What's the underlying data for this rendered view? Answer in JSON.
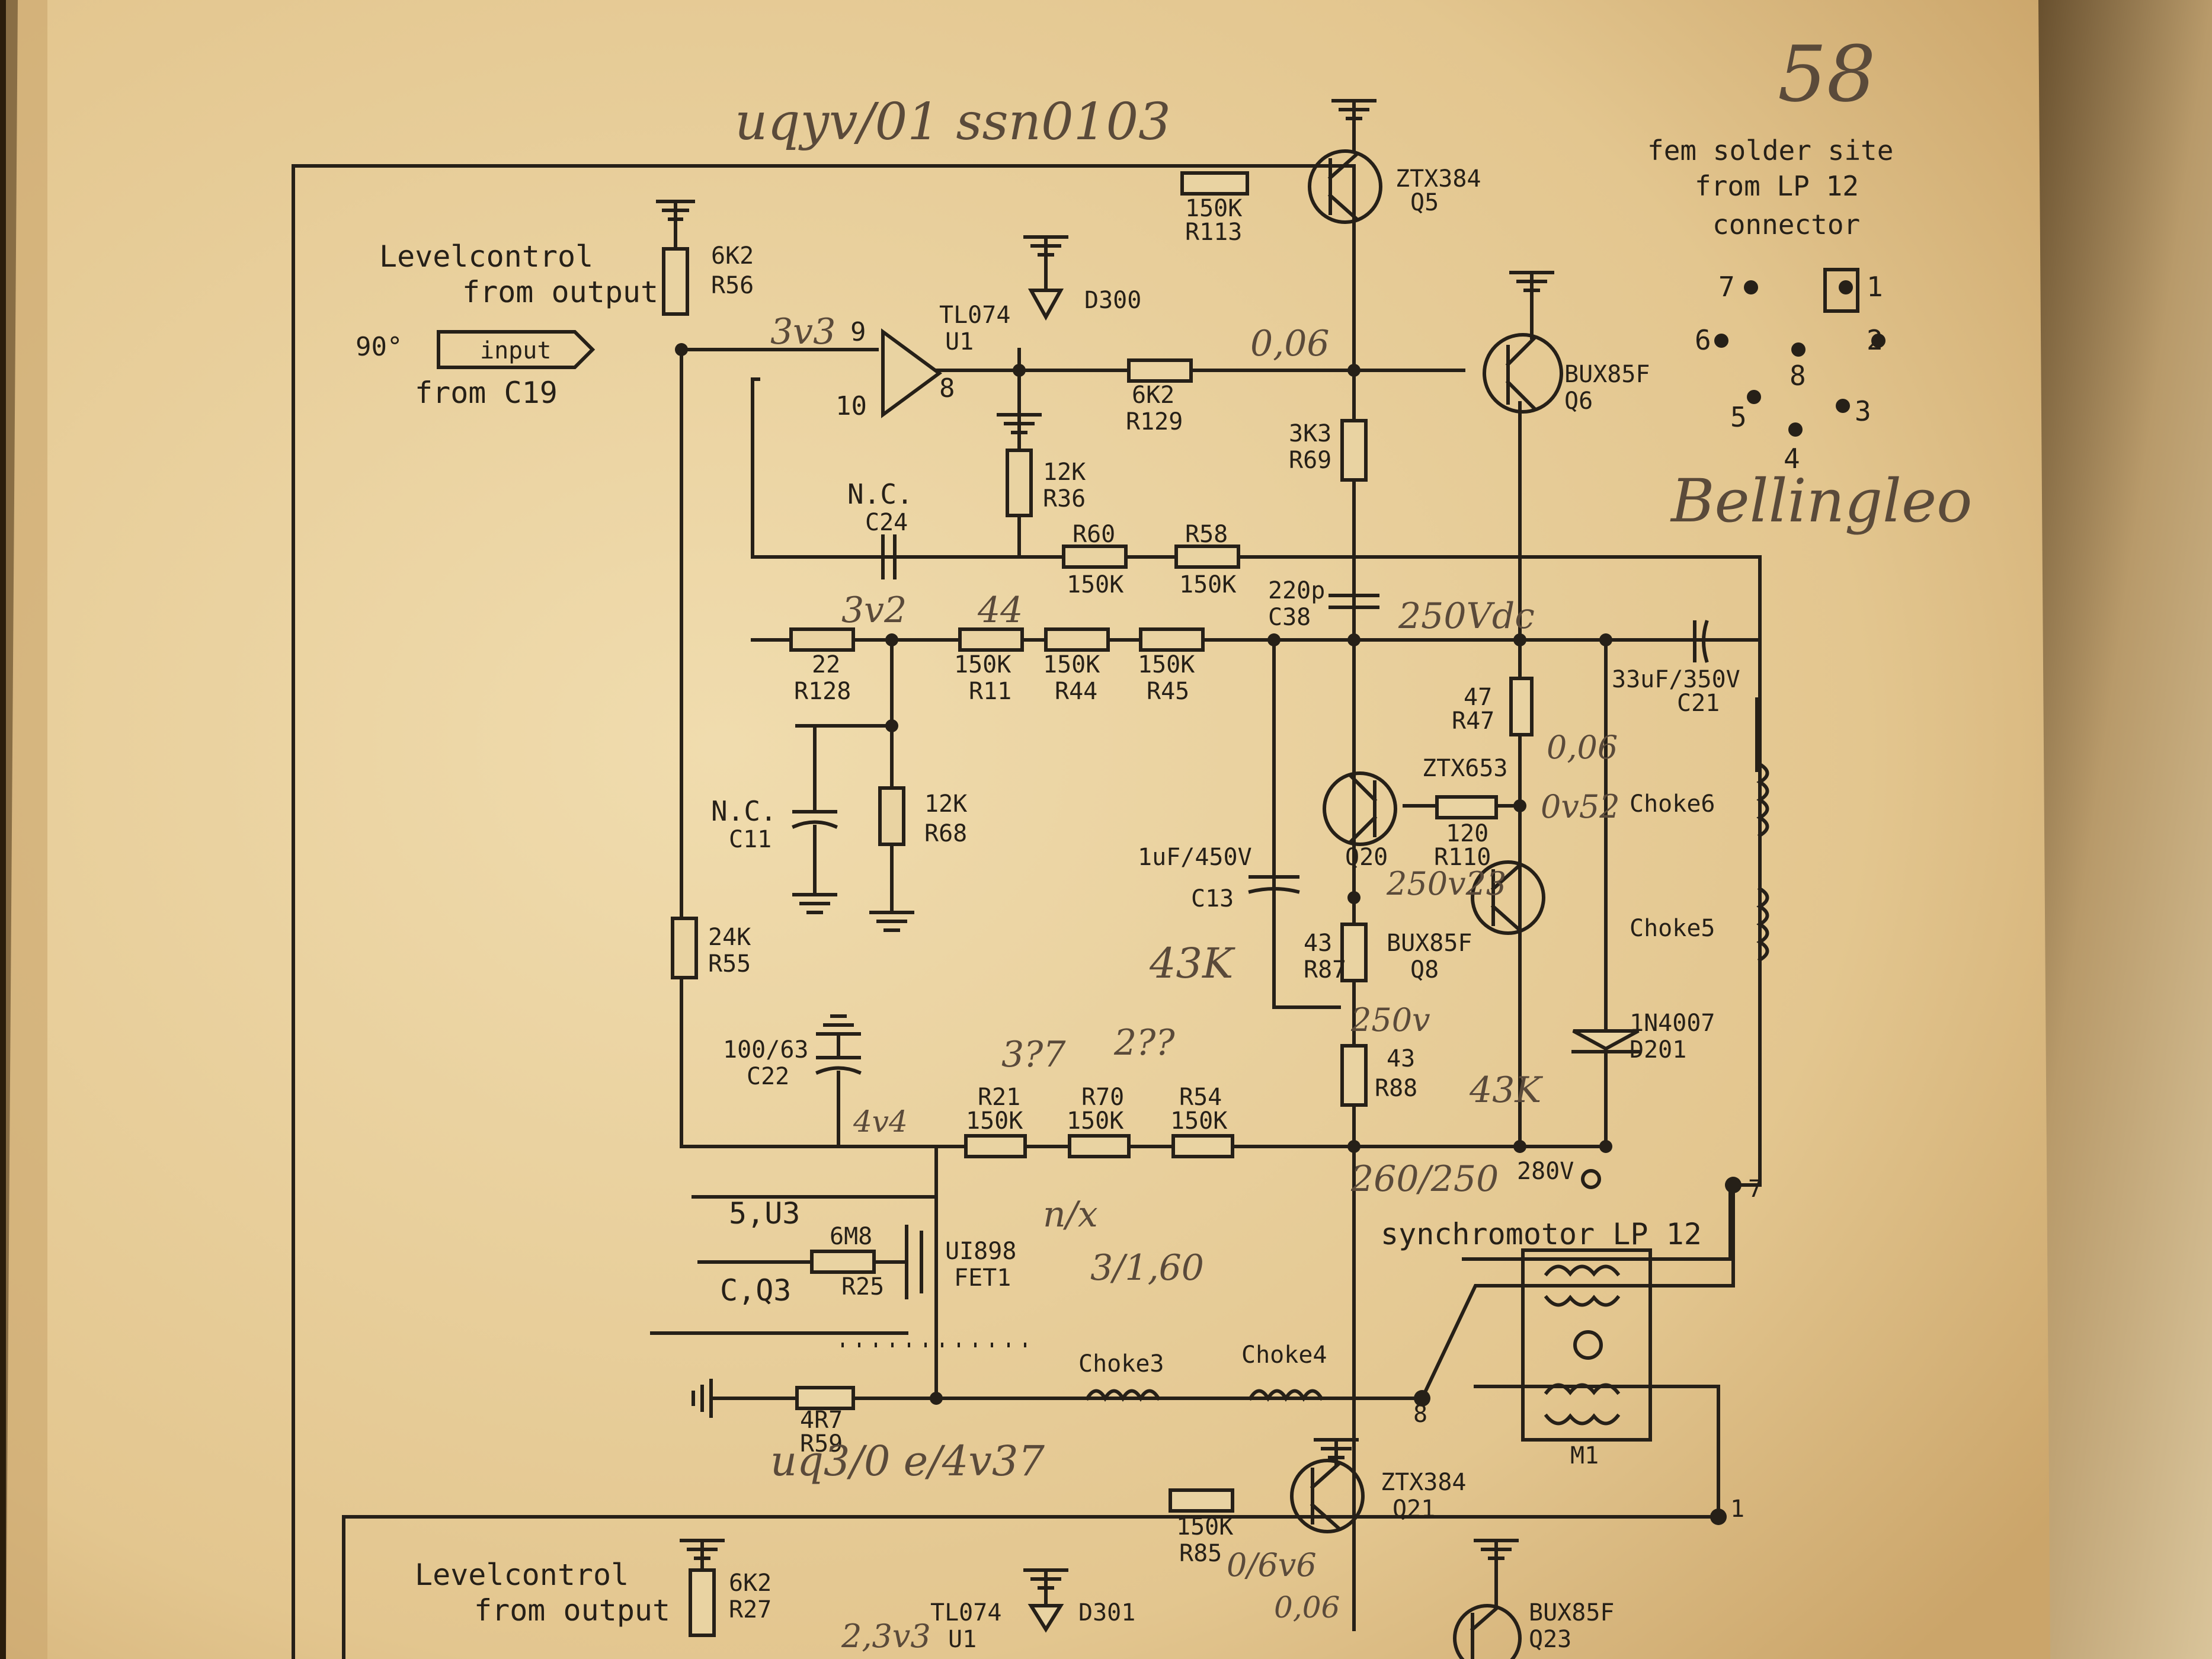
{
  "page": {
    "page_number": "58",
    "header_note": "fem solder site",
    "connector_line1": "from LP 12",
    "connector_line2": "connector",
    "brand_note": "Bellingleo",
    "top_note": "uqyv/01 ssn0103"
  },
  "connector": {
    "pins": [
      "1",
      "2",
      "3",
      "4",
      "5",
      "6",
      "7",
      "8"
    ]
  },
  "components": {
    "Q5": {
      "ref": "Q5",
      "type": "ZTX384"
    },
    "R113": {
      "ref": "R113",
      "value": "150K"
    },
    "R56": {
      "ref": "R56",
      "value": "6K2"
    },
    "D300": {
      "ref": "D300"
    },
    "U1": {
      "ref": "U1",
      "type": "TL074",
      "pin_in": "9",
      "pin_fb": "10",
      "pin_out": "8"
    },
    "Q6": {
      "ref": "Q6",
      "type": "BUX85F"
    },
    "R129": {
      "ref": "R129",
      "value": "6K2"
    },
    "R69": {
      "ref": "R69",
      "value": "3K3"
    },
    "R36": {
      "ref": "R36",
      "value": "12K"
    },
    "C24": {
      "ref": "C24",
      "value": "N.C."
    },
    "R60": {
      "ref": "R60",
      "value": "150K"
    },
    "R58": {
      "ref": "R58",
      "value": "150K"
    },
    "C38": {
      "ref": "C38",
      "value": "220p"
    },
    "R128": {
      "ref": "R128",
      "value": "22"
    },
    "R11": {
      "ref": "R11",
      "value": "150K"
    },
    "R44": {
      "ref": "R44",
      "value": "150K"
    },
    "R45": {
      "ref": "R45",
      "value": "150K"
    },
    "C21": {
      "ref": "C21",
      "value": "33uF/350V"
    },
    "R47": {
      "ref": "R47",
      "value": "47"
    },
    "Q20": {
      "ref": "Q20",
      "type": "ZTX653"
    },
    "R110": {
      "ref": "R110",
      "value": "120"
    },
    "Choke6": {
      "ref": "Choke6"
    },
    "Choke5": {
      "ref": "Choke5"
    },
    "C11": {
      "ref": "C11",
      "value": "N.C."
    },
    "R68": {
      "ref": "R68",
      "value": "12K"
    },
    "C13": {
      "ref": "C13",
      "value": "1uF/450V"
    },
    "R87": {
      "ref": "R87",
      "value": "43"
    },
    "Q8": {
      "ref": "Q8",
      "type": "BUX85F"
    },
    "R55": {
      "ref": "R55",
      "value": "24K"
    },
    "C22": {
      "ref": "C22",
      "value": "100/63"
    },
    "R88": {
      "ref": "R88",
      "value": "43"
    },
    "D201": {
      "ref": "D201",
      "type": "1N4007"
    },
    "R21": {
      "ref": "R21",
      "value": "150K"
    },
    "R70": {
      "ref": "R70",
      "value": "150K"
    },
    "R54": {
      "ref": "R54",
      "value": "150K"
    },
    "R25": {
      "ref": "R25",
      "value": "6M8"
    },
    "FET1": {
      "ref": "FET1",
      "type": "UI898"
    },
    "Choke3": {
      "ref": "Choke3"
    },
    "Choke4": {
      "ref": "Choke4"
    },
    "R59": {
      "ref": "R59",
      "value": "4R7"
    },
    "M1": {
      "ref": "M1",
      "title": "synchromotor LP 12"
    },
    "Q21": {
      "ref": "Q21",
      "type": "ZTX384"
    },
    "R85": {
      "ref": "R85",
      "value": "150K"
    },
    "R27": {
      "ref": "R27",
      "value": "6K2"
    },
    "D301": {
      "ref": "D301"
    },
    "U1b": {
      "ref": "U1",
      "type": "TL074"
    },
    "Q23": {
      "ref": "Q23",
      "type": "BUX85F"
    }
  },
  "signals": {
    "input_tag": "input",
    "from_c19": "from C19",
    "phase": "90°",
    "from_output_1": "from output",
    "levelcontrol": "Levelcontrol",
    "v280": "280V",
    "s_u3": "5,U3",
    "c_q3": "C,Q3",
    "pin7": "7",
    "pin8": "8",
    "pin1": "1"
  },
  "handwritten": {
    "v_u1": "3v3",
    "v_q6": "0,06",
    "v_r128": "3v2",
    "v_r11": "44",
    "v_c21": "250Vdc",
    "v_r110": "0v52",
    "v_r47": "0,06",
    "v_q8": "250v23",
    "v_r87": "43K",
    "v_r88": "250v",
    "v_r54": "2??",
    "v_r70": "3?7",
    "v_c22": "4v4",
    "v_280": "260/250",
    "v_fet": "3/1,60",
    "v_nx": "n/x",
    "v_q21": "0/6v6",
    "v_r85": "0,06",
    "v_bottom": "uq3/0 e/4v37",
    "v_u1b": "2,3v3",
    "v_r87b": "43K"
  }
}
